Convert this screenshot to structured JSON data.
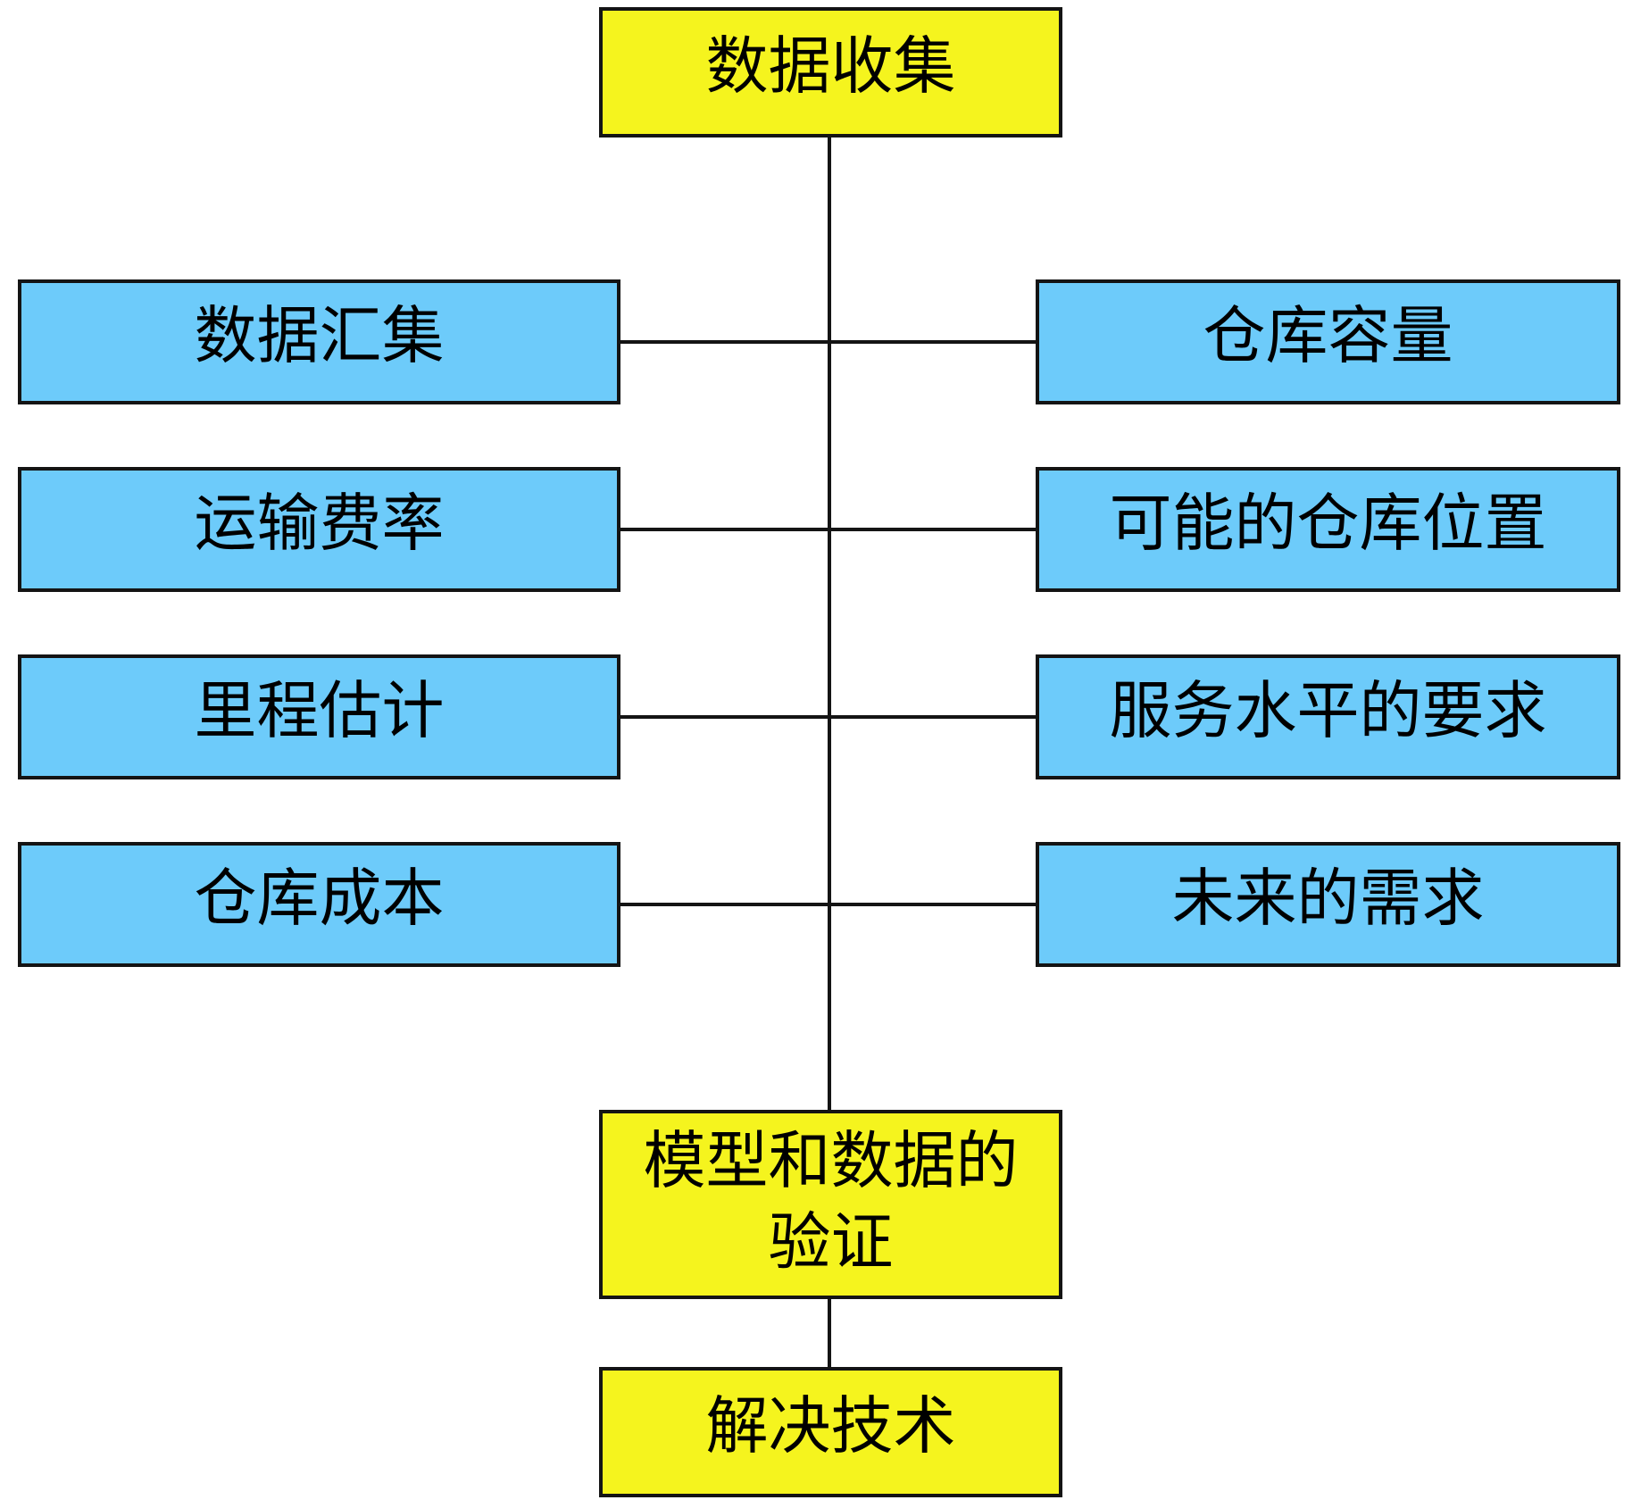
{
  "colors": {
    "yellow": "#F5F41E",
    "blue": "#6DCBFA",
    "border": "#141414",
    "line": "#141414",
    "text": "#000000",
    "background": "#FFFFFF"
  },
  "nodes": {
    "top": {
      "label": "数据收集"
    },
    "left_column": [
      {
        "label": "数据汇集"
      },
      {
        "label": "运输费率"
      },
      {
        "label": "里程估计"
      },
      {
        "label": "仓库成本"
      }
    ],
    "right_column": [
      {
        "label": "仓库容量"
      },
      {
        "label": "可能的仓库位置"
      },
      {
        "label": "服务水平的要求"
      },
      {
        "label": "未来的需求"
      }
    ],
    "middle": {
      "label_line1": "模型和数据的",
      "label_line2": "验证"
    },
    "bottom": {
      "label": "解决技术"
    }
  }
}
